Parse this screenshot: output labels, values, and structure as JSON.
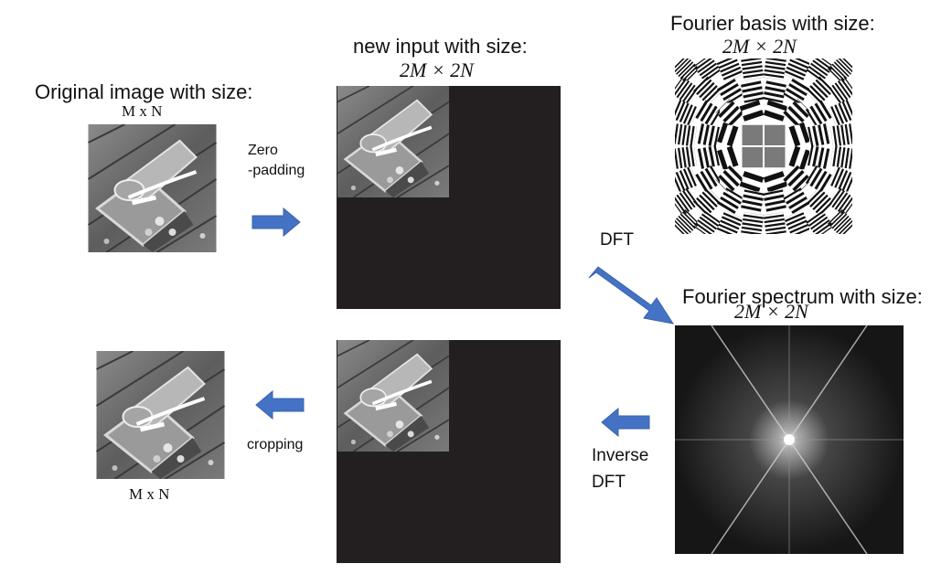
{
  "labels": {
    "original_title": "Original image with size:",
    "original_size": "M x N",
    "zero_padding_1": "Zero",
    "zero_padding_2": "-padding",
    "new_input_title": "new input with size:",
    "new_input_size": "2M × 2N",
    "basis_title": "Fourier basis with size:",
    "basis_size": "2M × 2N",
    "dft": "DFT",
    "spectrum_title": "Fourier spectrum with size:",
    "spectrum_size": "2M × 2N",
    "inverse_1": "Inverse",
    "inverse_2": "DFT",
    "cropping": "cropping",
    "cropped_size": "M x N"
  },
  "colors": {
    "arrow": "#4472c4",
    "black_panel": "#231f20",
    "photo_bg": "#6e6e6e"
  }
}
